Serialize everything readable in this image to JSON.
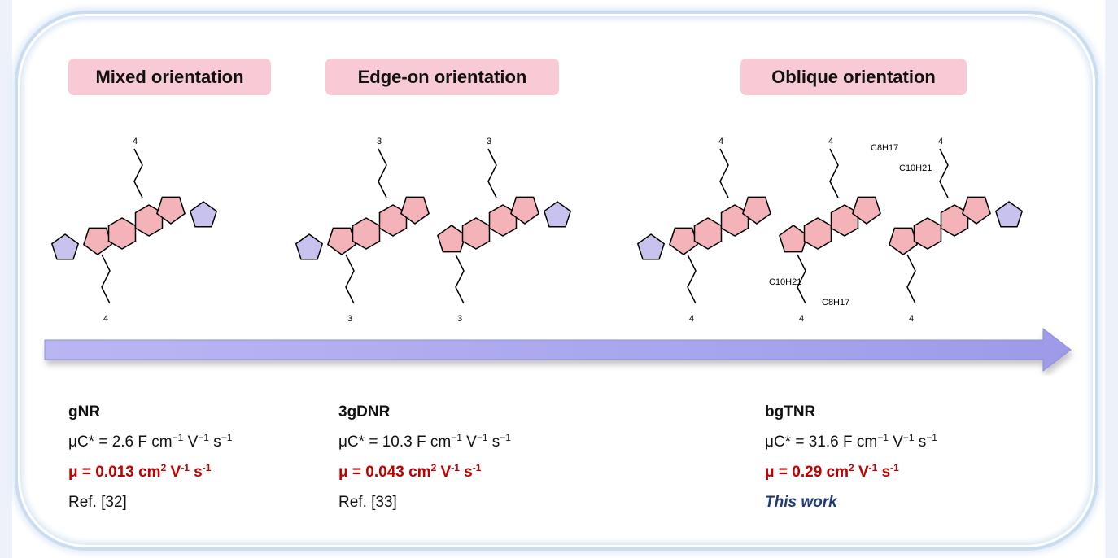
{
  "tags": [
    "Mixed orientation",
    "Edge-on orientation",
    "Oblique orientation"
  ],
  "molecules": [
    {
      "name": "gNR",
      "muC": "μC* = 2.6 F cm",
      "mu": "μ =  0.013 cm",
      "ref": "Ref. [32]",
      "chain_label": "4"
    },
    {
      "name": "3gDNR",
      "muC": "μC* = 10.3 F cm",
      "mu": "μ = 0.043 cm",
      "ref": "Ref. [33]",
      "chain_label": "3"
    },
    {
      "name": "bgTNR",
      "muC": "μC* = 31.6 F cm",
      "mu": "μ = 0.29 cm",
      "ref": "This work",
      "chain_label": "4"
    }
  ],
  "units": {
    "muC_tail_v": " V",
    "muC_tail_s": " s",
    "mu_v": " V",
    "mu_s": " s",
    "exp_neg1": "−1",
    "exp_neg1_b": "-1",
    "exp_2": "2"
  },
  "side_chains": {
    "c8": "C8H17",
    "c10": "C10H21"
  },
  "colors": {
    "pink": "#f4b3b8",
    "purple": "#c7c3ee",
    "arrow": "#a9a7ec",
    "red": "#c00000",
    "navy": "#1f3a78"
  }
}
